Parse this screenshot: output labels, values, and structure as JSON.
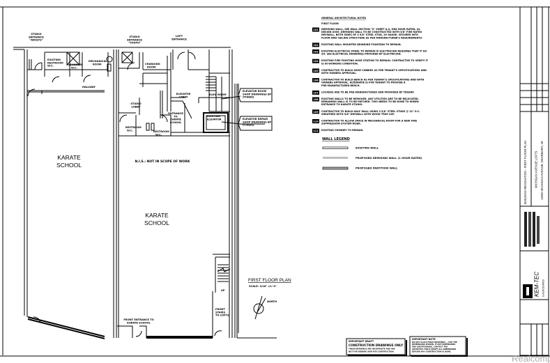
{
  "plan": {
    "rooms": {
      "studio_entrance_adults": [
        "STUDIO",
        "ENTRANCE",
        "\"ADULTS\""
      ],
      "studio_entrance_youth": [
        "STUDIO",
        "ENTRANCE",
        "\"YOUTH\""
      ],
      "loft_entrance": [
        "LOFT",
        "ENTRANCE"
      ],
      "existing_restroom": [
        "EXISTING",
        "RESTROOM",
        "W.C."
      ],
      "shower": [
        "SHOWER",
        "W.C."
      ],
      "mechanical_room": [
        "MECHANICAL",
        "ROOM"
      ],
      "changing_room": [
        "CHANGING",
        "ROOM"
      ],
      "hallway": "HALLWAY",
      "studio_lobby": [
        "STUDIO",
        "LOBBY"
      ],
      "elevator_lobby": [
        "ELEVATOR",
        "LOBBY"
      ],
      "elev_room": "ELEV. ROOM",
      "existing_elevator": [
        "EXISTING",
        "ELEVATOR"
      ],
      "entrance_to_karate": [
        "ENTRANCE",
        "TO",
        "KARATE",
        "SCHOOL"
      ],
      "restroom_left": [
        "RESTROOM",
        "W.C."
      ],
      "restroom_right": [
        "RESTROOM",
        "W.C."
      ],
      "karate_school_left": [
        "KARATE",
        "SCHOOL"
      ],
      "karate_school_right": [
        "KARATE",
        "SCHOOL"
      ],
      "nis": "N.I.S.: NOT IN SCOPE OF WORK",
      "front_entrance": [
        "FRONT ENTRANCE TO",
        "KARATE SCHOOL"
      ],
      "front_stairs": [
        "FRONT",
        "STAIRS",
        "TO LOFTS"
      ],
      "stair_up": "UP"
    },
    "callouts": {
      "elevator_room": [
        "ELEVATOR ROOM",
        "SHOP DRAWINGS BY",
        "OTHERS"
      ],
      "elevator_repair": [
        "ELEVATOR REPAIR",
        "SHOP DRAWINGS BY",
        "OTHERS"
      ]
    },
    "title": "FIRST FLOOR PLAN",
    "scale": "SCALE: 3/16\" =1'-0\"",
    "north": "NORTH"
  },
  "notes": {
    "heading": "GENERAL ARCHITECTURAL NOTES",
    "subheading": "FIRST FLOOR",
    "items": [
      {
        "tag": "101",
        "lines": [
          "DEMISING WALL, SEE WALL SECTION \"X\" SHEET A.4, ONE HOUR RATED, UL",
          "DESIGN U305. DEMISING WALL TO BE CONSTRUCTED WITH 5/8\" FIRE RATED",
          "DRYWALL, BOTH SIDES OF 3 5/8\" STEEL STUD, 20 GAUGE, SECURED INTO",
          "FLOOR AND CEILING STRUCTURE AS PER MANUFACTURER'S REQUIREMENTS."
        ]
      },
      {
        "tag": "102",
        "lines": [
          "EXISTING WALL MOUNTED DRINKING FOUNTAIN TO REMAIN."
        ]
      },
      {
        "tag": "103",
        "lines": [
          "EXISTING ELECTRICAL PANEL TO REMAIN IF ELECTRICIAN REQUIRES THAT IT GO",
          "SO. SEE ELECTRICAL DRAWINGS PROVIDED BY ELECTRICIAN."
        ]
      },
      {
        "tag": "104",
        "lines": [
          "EXISTING FIRE FIGHTING HOSE STATION TO REMAIN. CONTRACTOR TO VERIFY IT",
          "IS IN WORKING CONDITION."
        ]
      },
      {
        "tag": "105",
        "lines": [
          "CONTRACTOR TO BUILD SHOE CUBBIES AS PER TENANT'S SPECIFICATIONS AND",
          "WITH OWNERS APPROVAL."
        ]
      },
      {
        "tag": "106",
        "lines": [
          "CONTRACTOR TO BUILD BENCH AS PER TENANT'S SPECIFICATIONS AND WITH",
          "OWNERS APPROVAL. ALTERNATE IS FOR TENANT TO PROVIDE A",
          "PRE-MANUFACTURED BENCH."
        ]
      },
      {
        "tag": "107",
        "lines": [
          "LOCKERS ARE TO BE PRE-MANUFACTURED AND PROVIDED BY TENANT."
        ]
      },
      {
        "tag": "108",
        "lines": [
          "EXISTING WALLS TO BE REMOVED. ANY UTILITIES ARE TO BE RELOCATED.",
          "REMAINING WALL IS TO BE PATCHED. THIS NEEDS TO BE DONE TO WIDEN",
          "ENTRANCE TO KARATE STUDIO."
        ]
      },
      {
        "tag": "109",
        "lines": [
          "CONTRACTOR TO BUILD HALF WALL USING 3 5/8\" STEEL STUDS @ 12\" O.C.",
          "SHEATHED WITH 5/8\" DRYWALL WITH WOOD TRIM CAP."
        ]
      },
      {
        "tag": "110",
        "lines": [
          "CONTRACTOR TO ALLOW SPACE IN MECHANICAL ROOM FOR A NEW FIRE",
          "SUPPRESSION SYSTEM RISER."
        ]
      },
      {
        "tag": "111",
        "lines": [
          "EXISTING CHIMNEY TO REMAIN."
        ]
      }
    ]
  },
  "legend": {
    "title": "WALL LEGEND",
    "items": [
      "EXISTING WALL",
      "PROPOSED DEMISING WALL (1 HOUR RATED)",
      "PROPOSED PARTITION WALL"
    ]
  },
  "draft_box": [
    "IMPORTANT DRAFT",
    "CONSTRUCTION DRAWINGS ONLY",
    "THESE DRAWINGS ARE INCOMPLETE AND ARE",
    "NOT FOR BIDDING NOR FOR CONSTRUCTION."
  ],
  "note_box": [
    "IMPORTANT NOTE",
    "DO NOT SCALE FROM DRAWINGS — USE THE",
    "DIMENSIONS SHOWN. IF ANY DIMENSIONS",
    "ARE QUESTIONABLE, CONTACT THE",
    "ARCHITECT. FIELD VERIFY ALL DIMENSIONS",
    "BEFORE ANY CONSTRUCTION IS DONE."
  ],
  "title_block": {
    "sheet_title": "BUILDING RENOVATION - FIRST FLOOR PLAN",
    "project": "MICHIGAN AVENUE LOFTS",
    "address": "13000 MICHIGAN AVENUE, DEARBORN, MI",
    "firm": "KEM-TEC",
    "firm_sub": "& ASSOCIATES"
  },
  "watermark": "Realcomp"
}
